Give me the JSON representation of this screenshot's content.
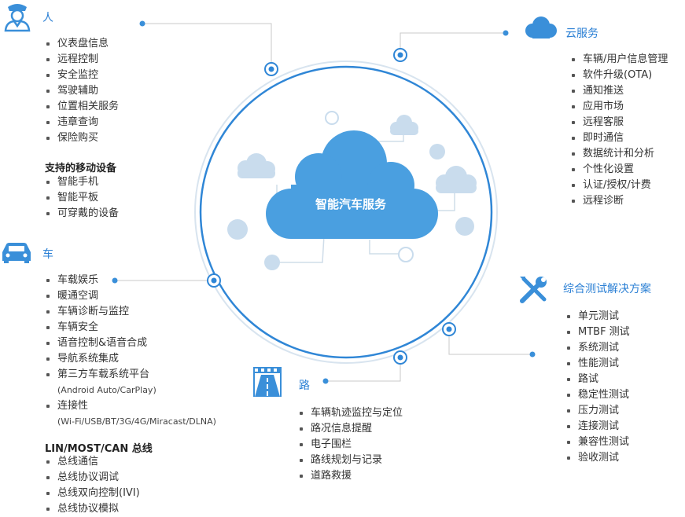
{
  "center": {
    "label": "智能汽车服务"
  },
  "person": {
    "title": "人",
    "icon": "driver-icon",
    "items": [
      "仪表盘信息",
      "远程控制",
      "安全监控",
      "驾驶辅助",
      "位置相关服务",
      "违章查询",
      "保险购买"
    ],
    "devices_title": "支持的移动设备",
    "devices": [
      "智能手机",
      "智能平板",
      "可穿戴的设备"
    ]
  },
  "car": {
    "title": "车",
    "icon": "car-icon",
    "items": [
      "车载娱乐",
      "暖通空调",
      "车辆诊断与监控",
      "车辆安全",
      "语音控制&语音合成",
      "导航系统集成",
      "第三方车载系统平台"
    ],
    "platform_note": "(Android Auto/CarPlay)",
    "connectivity": "连接性",
    "connectivity_note": "(Wi-Fi/USB/BT/3G/4G/Miracast/DLNA)",
    "bus_title": "LIN/MOST/CAN 总线",
    "bus_items": [
      "总线通信",
      "总线协议调试",
      "总线双向控制(IVI)",
      "总线协议模拟"
    ]
  },
  "road": {
    "title": "路",
    "icon": "road-icon",
    "items": [
      "车辆轨迹监控与定位",
      "路况信息提醒",
      "电子围栏",
      "路线规划与记录",
      "道路救援"
    ]
  },
  "cloud": {
    "title": "云服务",
    "icon": "cloud-icon",
    "items": [
      "车辆/用户信息管理",
      "软件升级(OTA)",
      "通知推送",
      "应用市场",
      "远程客服",
      "即时通信",
      "数据统计和分析",
      "个性化设置",
      "认证/授权/计费",
      "远程诊断"
    ]
  },
  "testing": {
    "title": "综合测试解决方案",
    "icon": "tools-icon",
    "items": [
      "单元测试",
      "MTBF 测试",
      "系统测试",
      "性能测试",
      "路试",
      "稳定性测试",
      "压力测试",
      "连接测试",
      "兼容性测试",
      "验收测试"
    ]
  },
  "colors": {
    "accent": "#2a7fd4",
    "cloud_main": "#4a9fe0",
    "cloud_light": "#c9dced",
    "ring": "#2f86d6"
  }
}
